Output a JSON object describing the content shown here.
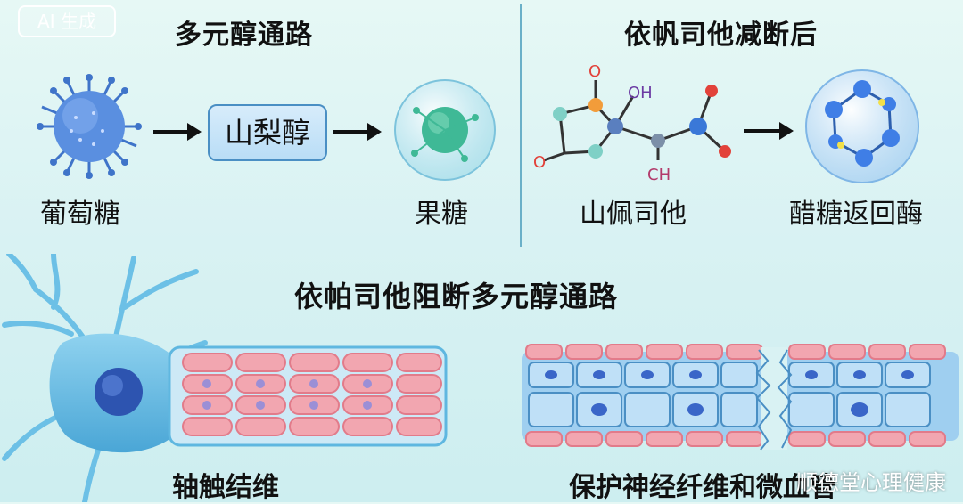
{
  "badge": "AI 生成",
  "titles": {
    "top_left": "多元醇通路",
    "top_right": "依帆司他减断后",
    "middle": "依帕司他阻断多元醇通路"
  },
  "labels": {
    "glucose": "葡萄糖",
    "sorbitol": "山梨醇",
    "fructose": "果糖",
    "drug": "山佩司他",
    "enzyme": "醋糖返回酶",
    "axon": "轴触结维",
    "protect": "保护神经纤维和微血管"
  },
  "molecule": {
    "oh": "OH",
    "ch": "CH",
    "o": "O"
  },
  "watermark": "顺德堂心理健康",
  "colors": {
    "divider": "#6ab0c8",
    "arrow": "#111111",
    "nerve": "#5fb7e0",
    "vessel_pink": "#f2a6b0"
  }
}
